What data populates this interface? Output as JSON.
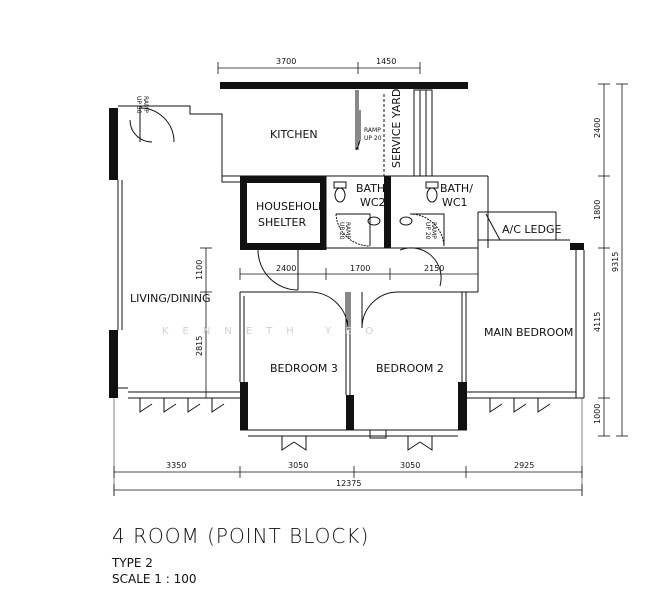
{
  "rooms": {
    "kitchen": "KITCHEN",
    "service_yard": "SERVICE YARD",
    "household_shelter": [
      "HOUSEHOLD",
      "SHELTER"
    ],
    "bath_wc2": [
      "BATH/",
      "WC2"
    ],
    "bath_wc1": [
      "BATH/",
      "WC1"
    ],
    "ac_ledge": "A/C LEDGE",
    "living_dining": "LIVING/DINING",
    "main_bedroom": "MAIN BEDROOM",
    "bedroom3": "BEDROOM 3",
    "bedroom2": "BEDROOM 2"
  },
  "ramps": {
    "entry": [
      "RAMP",
      "UP 50"
    ],
    "kitchen": [
      "RAMP",
      "UP 20"
    ],
    "wc2": [
      "RAMP",
      "UP 20"
    ],
    "wc1": [
      "RAMP",
      "UP 20"
    ]
  },
  "dimensions": {
    "top": [
      "3700",
      "1450"
    ],
    "right": [
      "2400",
      "1800",
      "9315",
      "4115",
      "1000"
    ],
    "mid": [
      "2400",
      "1700",
      "2150"
    ],
    "left": [
      "1100",
      "2815"
    ],
    "bottom": [
      "3350",
      "3050",
      "3050",
      "2925"
    ],
    "overall": "12375"
  },
  "watermark": "KENNETH YEO",
  "title": {
    "main": "4 ROOM (POINT BLOCK)",
    "type": "TYPE 2",
    "scale": "SCALE 1 : 100"
  }
}
